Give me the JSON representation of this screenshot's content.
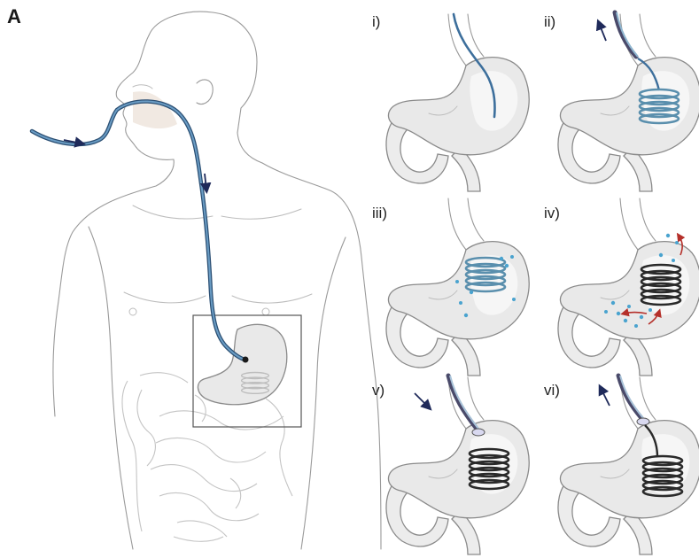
{
  "panel_letter": "A",
  "steps": [
    {
      "id": "i",
      "label": "i)"
    },
    {
      "id": "ii",
      "label": "ii)"
    },
    {
      "id": "iii",
      "label": "iii)"
    },
    {
      "id": "iv",
      "label": "iv)"
    },
    {
      "id": "v",
      "label": "v)"
    },
    {
      "id": "vi",
      "label": "vi)"
    }
  ],
  "colors": {
    "tube_blue": "#3d6f9c",
    "coil_blue": "#5a8fad",
    "coil_black": "#2a2a2a",
    "particle_blue": "#4aa3cf",
    "arrow_dark": "#1f2a5a",
    "arrow_red": "#b5302a",
    "stomach_fill": "#e9e9e9",
    "outline_gray": "#9a9a9a"
  }
}
